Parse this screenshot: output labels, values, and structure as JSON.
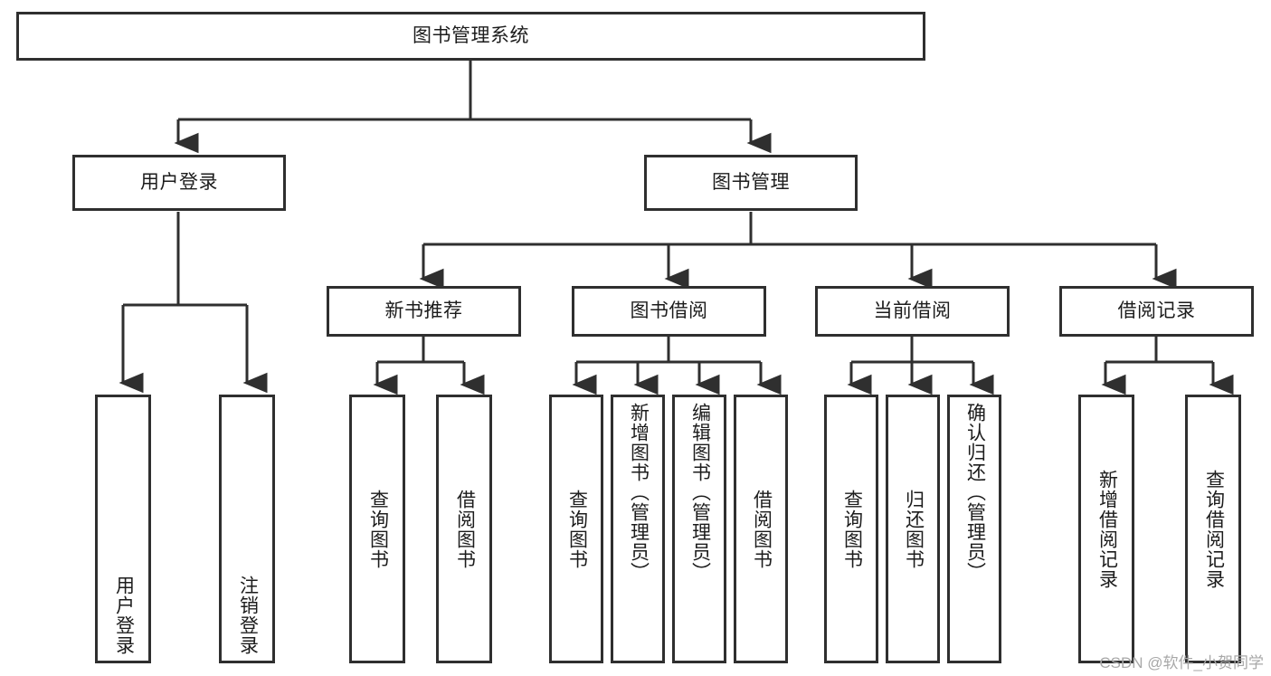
{
  "diagram": {
    "type": "tree-hierarchy",
    "title": "图书管理系统",
    "root": {
      "label": "图书管理系统"
    },
    "level2": [
      {
        "label": "用户登录"
      },
      {
        "label": "图书管理"
      }
    ],
    "level3": [
      {
        "label": "新书推荐"
      },
      {
        "label": "图书借阅"
      },
      {
        "label": "当前借阅"
      },
      {
        "label": "借阅记录"
      }
    ],
    "leaves": {
      "user_login": [
        {
          "label": "用户登录"
        },
        {
          "label": "注销登录"
        }
      ],
      "new_book_recommend": [
        {
          "label": "查询图书"
        },
        {
          "label": "借阅图书"
        }
      ],
      "book_borrow": [
        {
          "label": "查询图书"
        },
        {
          "label": "新增图书（管理员）"
        },
        {
          "label": "编辑图书（管理员）"
        },
        {
          "label": "借阅图书"
        }
      ],
      "current_borrow": [
        {
          "label": "查询图书"
        },
        {
          "label": "归还图书"
        },
        {
          "label": "确认归还（管理员）"
        }
      ],
      "borrow_record": [
        {
          "label": "新增借阅记录"
        },
        {
          "label": "查询借阅记录"
        }
      ]
    }
  },
  "watermark": {
    "text": "CSDN @软件_小贺同学"
  },
  "colors": {
    "border": "#2f2f2f",
    "text": "#1c1c1c",
    "background": "#ffffff",
    "watermark": "#a8a8a8"
  }
}
